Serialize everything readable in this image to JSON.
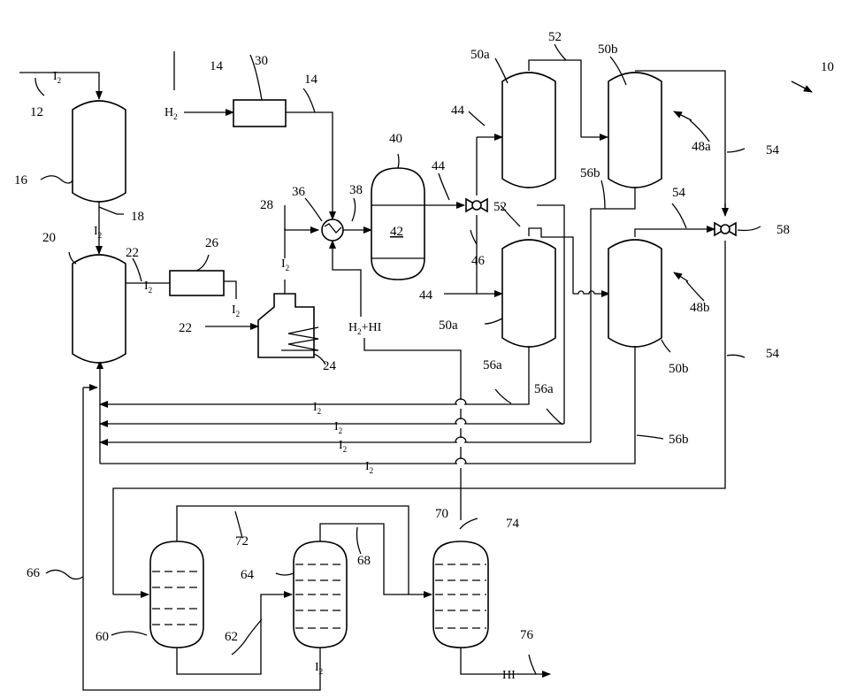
{
  "figure_ref": "10",
  "streams": {
    "i2": "I",
    "h2": "H",
    "h2_hi": "H",
    "hi": "HI",
    "sub2": "2",
    "plus_hi": "+HI"
  },
  "refs": {
    "r12": "12",
    "r14a": "14",
    "r14b": "14",
    "r16": "16",
    "r18": "18",
    "r20": "20",
    "r22a": "22",
    "r22b": "22",
    "r24": "24",
    "r26": "26",
    "r28": "28",
    "r30": "30",
    "r36": "36",
    "r38": "38",
    "r40": "40",
    "r42": "42",
    "r44a": "44",
    "r44b": "44",
    "r44c": "44",
    "r46": "46",
    "r48a": "48a",
    "r48b": "48b",
    "r50a_top": "50a",
    "r50a_bot": "50a",
    "r50b_top": "50b",
    "r50b_bot": "50b",
    "r52a": "52",
    "r52b": "52",
    "r54a": "54",
    "r54b": "54",
    "r54c": "54",
    "r56a_1": "56a",
    "r56a_2": "56a",
    "r56b_1": "56b",
    "r56b_2": "56b",
    "r58": "58",
    "r60": "60",
    "r62": "62",
    "r64": "64",
    "r66": "66",
    "r68": "68",
    "r70": "70",
    "r72": "72",
    "r74": "74",
    "r76": "76"
  }
}
